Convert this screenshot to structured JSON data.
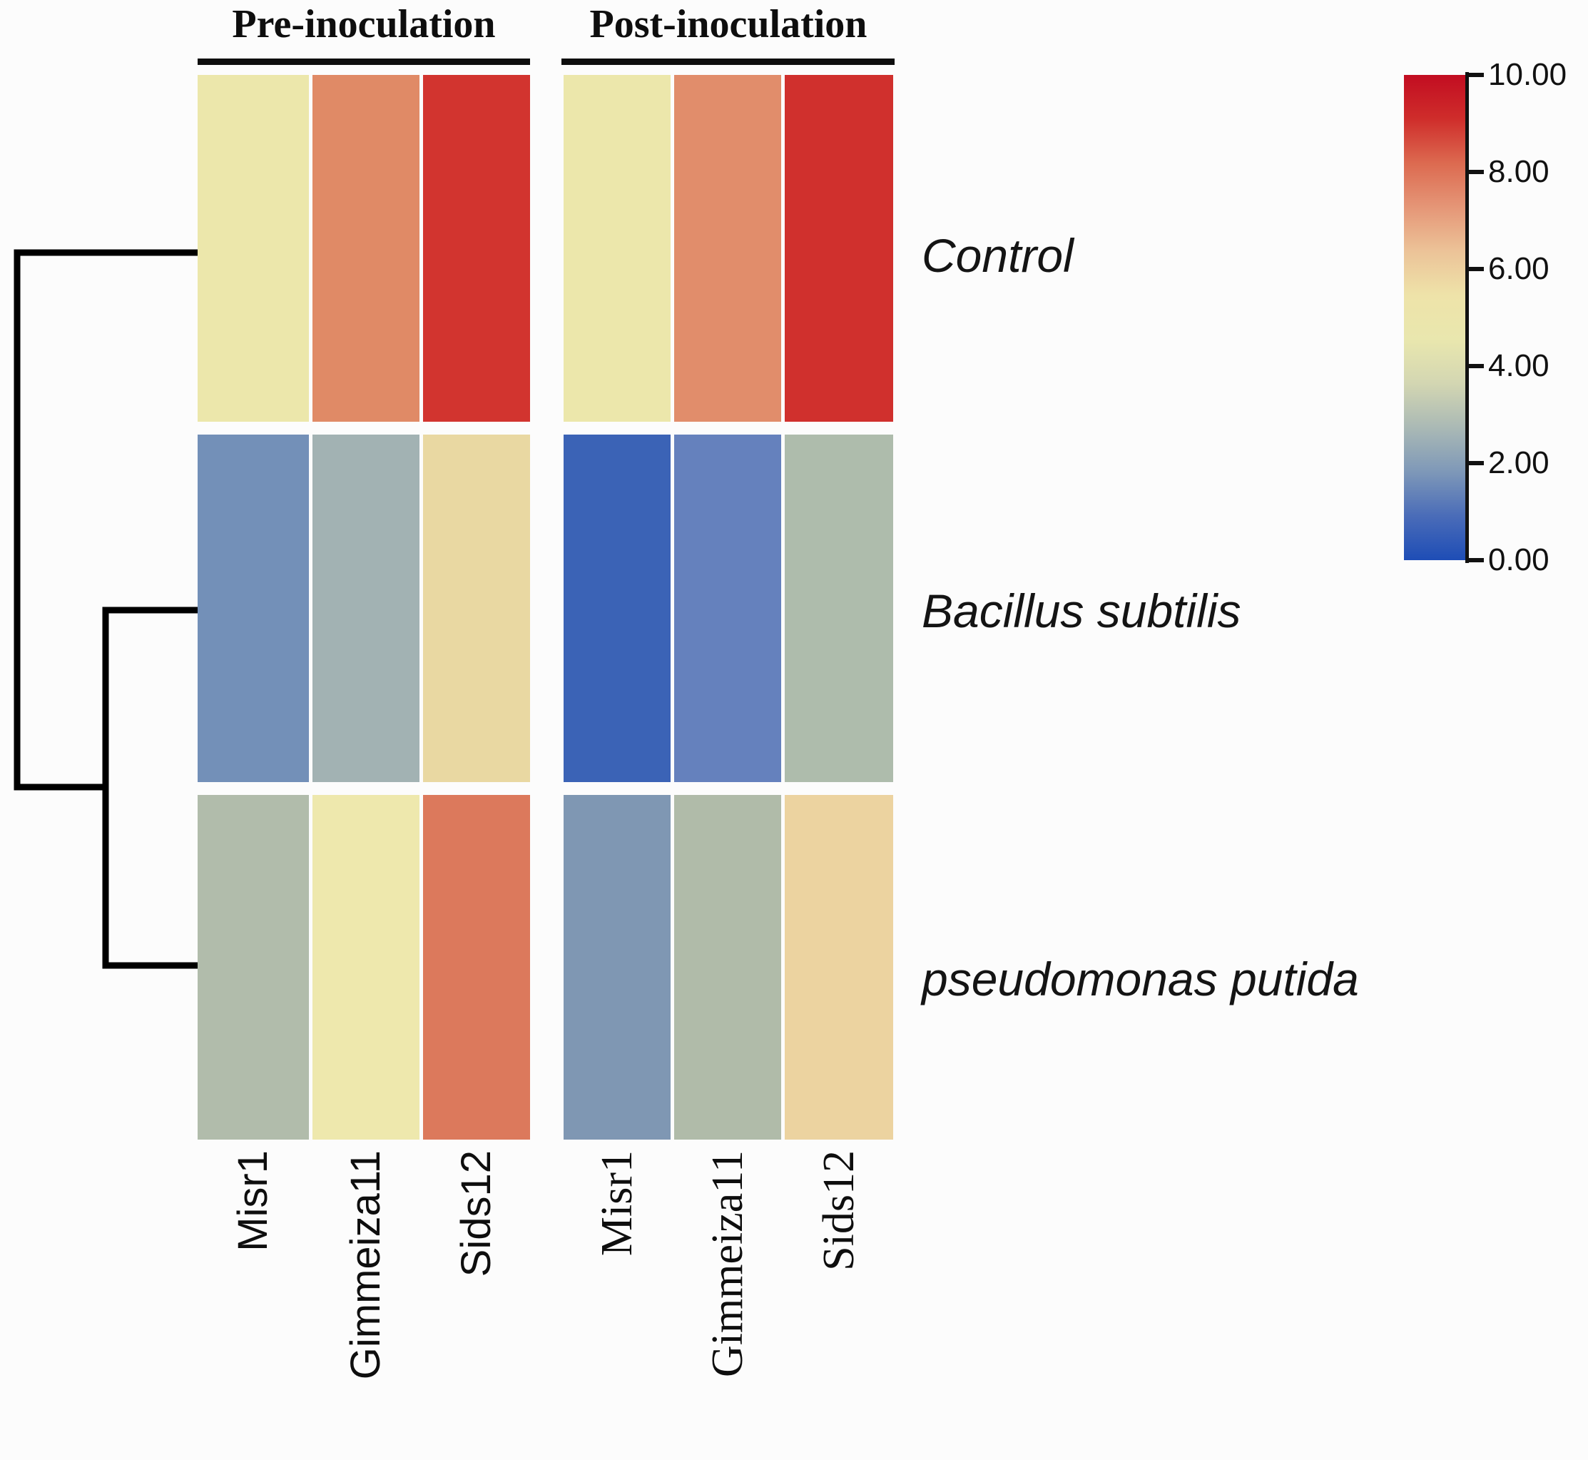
{
  "figure": {
    "background_color": "#fcfcfc",
    "line_color": "#000000"
  },
  "chart_data": {
    "type": "heatmap",
    "title": "",
    "groups": [
      "Pre-inoculation",
      "Post-inoculation"
    ],
    "columns": [
      "Misr1",
      "Gimmeiza11",
      "Sids12"
    ],
    "rows": [
      "Control",
      "Bacillus subtilis",
      "pseudomonas putida"
    ],
    "value_scale": {
      "min": 0.0,
      "max": 10.0,
      "note": "cell values estimated from colorbar"
    },
    "series": [
      {
        "group": "Pre-inoculation",
        "values": [
          [
            5.0,
            7.5,
            9.5
          ],
          [
            2.5,
            3.6,
            5.8
          ],
          [
            4.0,
            5.0,
            7.8
          ]
        ],
        "cell_colors": [
          [
            "#ece7ab",
            "#e08a66",
            "#d2342f"
          ],
          [
            "#7390b8",
            "#a2b2b3",
            "#e9d8a2"
          ],
          [
            "#b1bcab",
            "#eee8ad",
            "#dc795c"
          ]
        ]
      },
      {
        "group": "Post-inoculation",
        "values": [
          [
            5.0,
            7.4,
            9.6
          ],
          [
            0.8,
            2.2,
            4.0
          ],
          [
            2.7,
            3.9,
            6.0
          ]
        ],
        "cell_colors": [
          [
            "#ece7ab",
            "#e18d6b",
            "#d0302d"
          ],
          [
            "#3b63b6",
            "#6581bd",
            "#aebcac"
          ],
          [
            "#7f97b3",
            "#b0bba9",
            "#ecd3a0"
          ]
        ]
      }
    ],
    "colorbar": {
      "tick_labels": [
        "10.00",
        "8.00",
        "6.00",
        "4.00",
        "2.00",
        "0.00"
      ],
      "top_value": 10.0,
      "bottom_value": 0.0,
      "gradient_top_to_bottom": [
        "#c20d21",
        "#cf2d2b",
        "#dc6a50",
        "#e59677",
        "#ecc398",
        "#eee3a9",
        "#e9e7ae",
        "#d3d6b2",
        "#aab9b5",
        "#7e98b8",
        "#4a6cb8",
        "#1e4db6"
      ]
    },
    "dendrogram": {
      "structure": "(Control, (Bacillus subtilis, pseudomonas putida))",
      "line_color": "#000000"
    },
    "legend_position": "right",
    "grid": false
  }
}
